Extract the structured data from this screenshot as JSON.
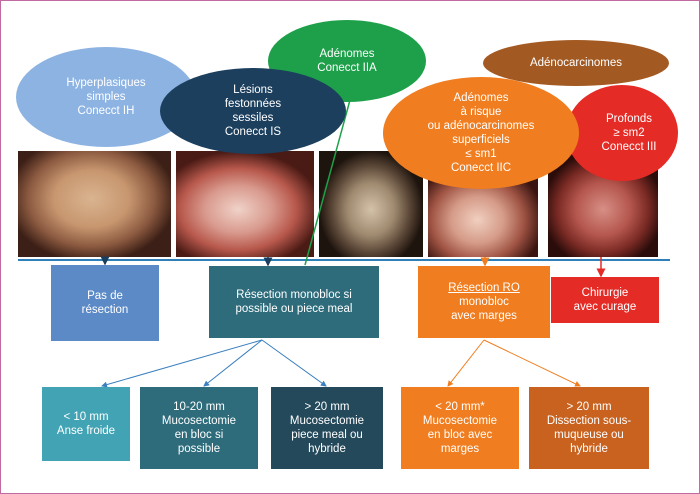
{
  "ellipses": {
    "hyperplasiques": "Hyperplasiques\nsimples\nConecct IH",
    "lesions": "Lésions\nfestonnées\nsessiles\nConecct IS",
    "adenomes": "Adénomes\nConecct IIA",
    "adenocarcinomes": "Adénocarcinomes",
    "profonds": "Profonds\n≥ sm2\nConecct III",
    "adenomes_risque": "Adénomes\nà risque\nou adénocarcinomes\nsuperficiels\n≤ sm1\nConecct IIC"
  },
  "boxes": {
    "pas_resection": "Pas de\nrésection",
    "resection_monobloc": "Résection monobloc si\npossible ou piece meal",
    "resection_r0_title": "Résection RO",
    "resection_r0_rest": "monobloc\navec marges",
    "chirurgie": "Chirurgie\navec curage",
    "lt10": "< 10 mm\nAnse froide",
    "range_10_20": "10-20 mm\nMucosectomie\nen bloc si\npossible",
    "gt20_piecemeal": "> 20 mm\nMucosectomie\npiece meal ou\nhybride",
    "lt20_marges": "< 20 mm*\nMucosectomie\nen bloc avec\nmarges",
    "gt20_dissection": "> 20 mm\nDissection sous-\nmuqueuse ou\nhybride"
  },
  "colors": {
    "blue_light": "#8db3e2",
    "navy": "#1c3f5e",
    "green": "#1ea04a",
    "brown": "#a35a22",
    "red": "#e52b26",
    "orange": "#f07d1f",
    "teal": "#2e6c7c",
    "line_blue": "#2f7fb8"
  }
}
